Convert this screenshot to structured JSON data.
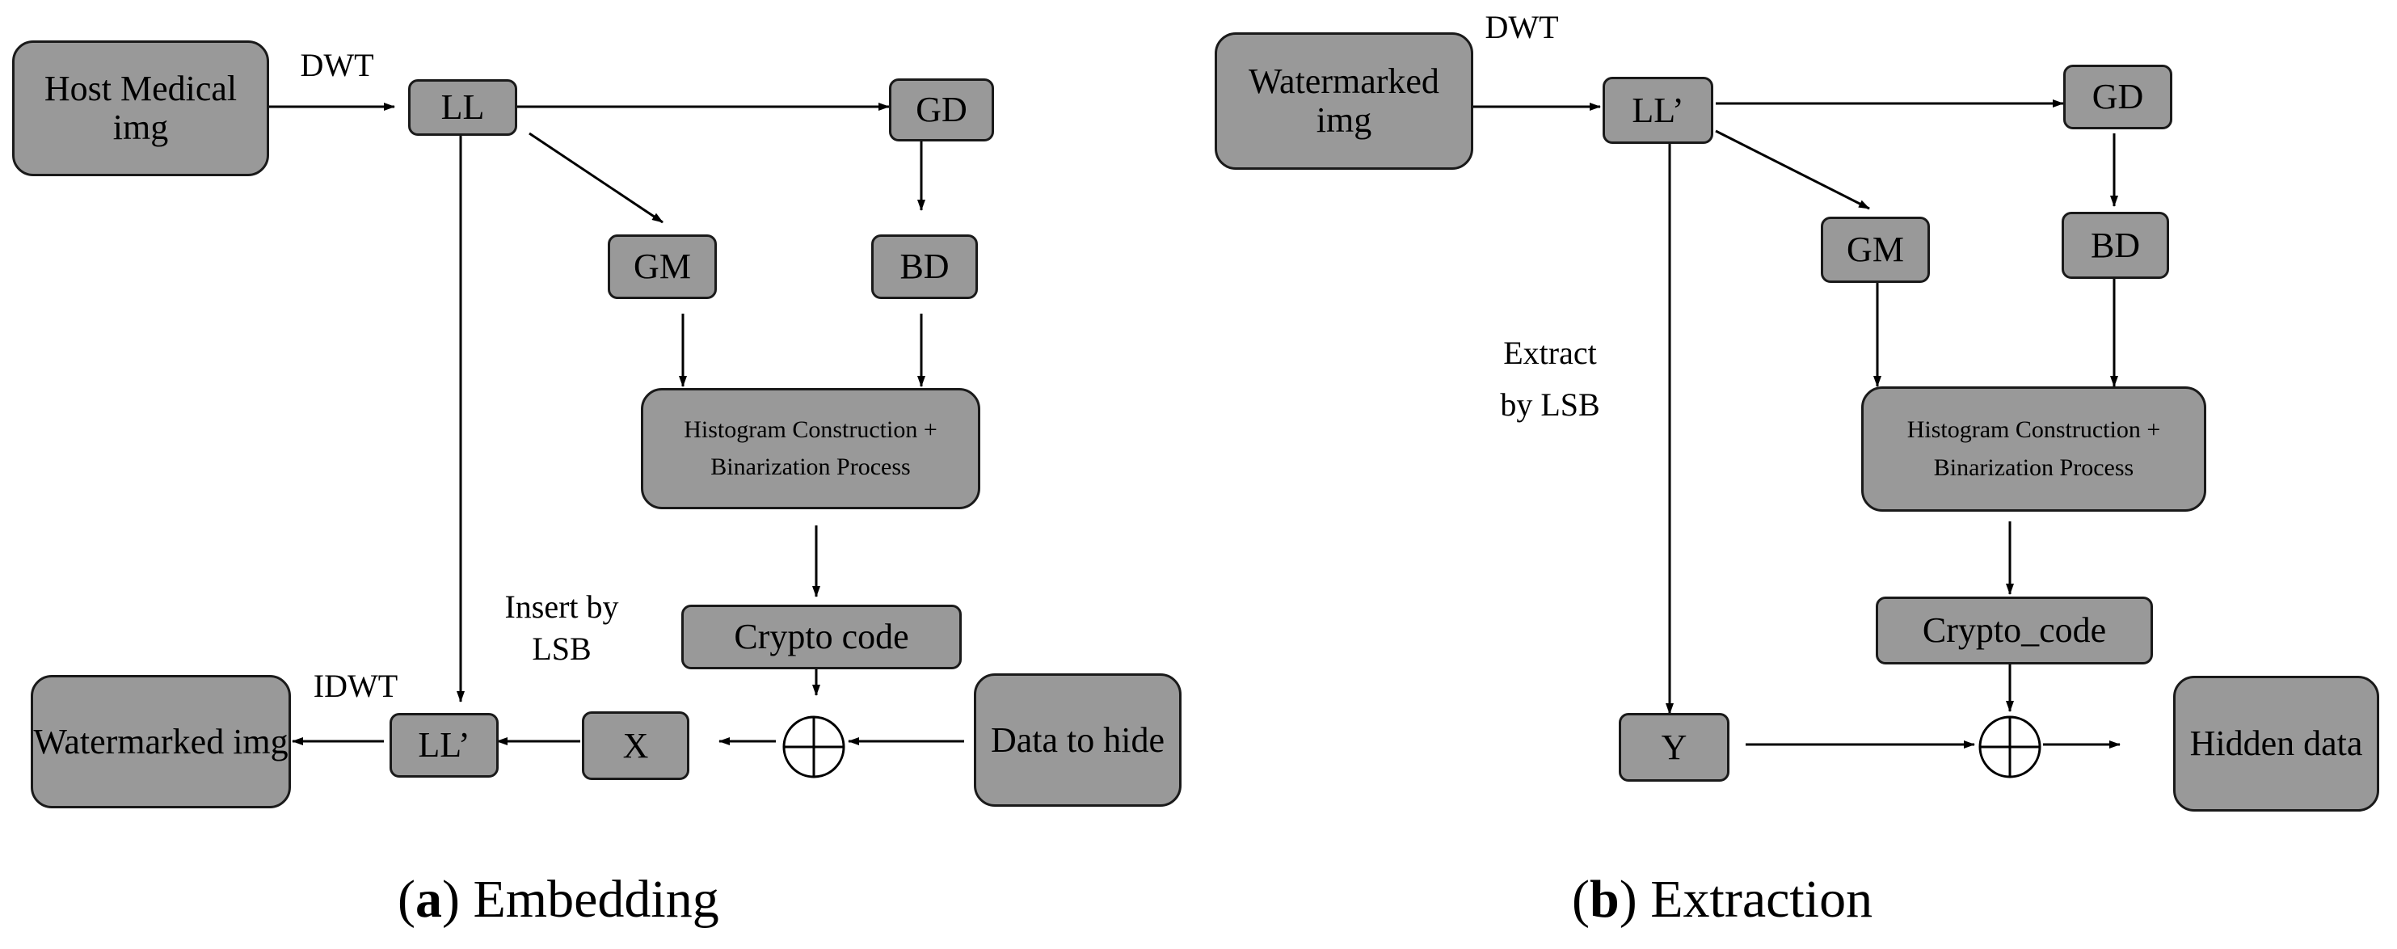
{
  "embedding": {
    "nodes": {
      "host": "Host Medical img",
      "ll": "LL",
      "gd": "GD",
      "gm": "GM",
      "bd": "BD",
      "hist": "Histogram Construction + Binarization Process",
      "crypto": "Crypto code",
      "data": "Data to hide",
      "x": "X",
      "ll_prime": "LL’",
      "watermarked": "Watermarked img"
    },
    "labels": {
      "dwt": "DWT",
      "idwt": "IDWT",
      "insert": "Insert by LSB"
    },
    "caption_letter": "a",
    "caption_text": "Embedding"
  },
  "extraction": {
    "nodes": {
      "watermarked": "Watermarked img",
      "ll_prime": "LL’",
      "gd": "GD",
      "gm": "GM",
      "bd": "BD",
      "hist": "Histogram Construction + Binarization Process",
      "crypto": "Crypto_code",
      "y": "Y",
      "hidden": "Hidden data"
    },
    "labels": {
      "dwt": "DWT",
      "extract": "Extract by LSB"
    },
    "caption_letter": "b",
    "caption_text": "Extraction"
  },
  "colors": {
    "box_fill": "#999999",
    "stroke": "#1a1a1a"
  }
}
